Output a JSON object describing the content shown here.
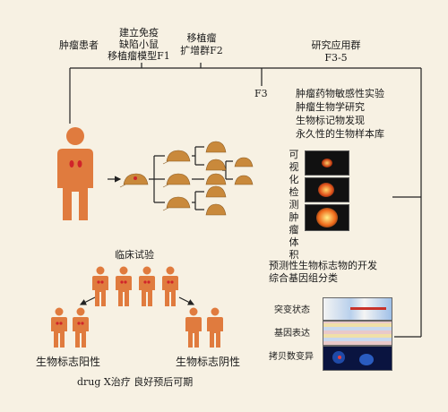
{
  "top": {
    "patient": "肿瘤患者",
    "model_line1": "建立免疫",
    "model_line2": "缺陷小鼠",
    "model_line3": "移植瘤模型F1",
    "expand_line1": "移植瘤",
    "expand_line2": "扩增群F2",
    "research_line1": "研究应用群",
    "research_line2": "F3-5",
    "f3": "F3"
  },
  "applications": [
    "肿瘤药物敏感性实验",
    "肿瘤生物学研究",
    "生物标记物发现",
    "永久性的生物样本库"
  ],
  "imaging_label": "可视化检测肿瘤体积",
  "biomarker": {
    "line1": "预测性生物标志物的开发",
    "line2": "综合基因组分类"
  },
  "genomics": {
    "mutation": "突变状态",
    "expression": "基因表达",
    "cnv": "拷贝数变异"
  },
  "trial": {
    "title": "临床试验",
    "positive": "生物标志阳性",
    "negative": "生物标志阴性",
    "drug": "drug X治疗 良好预后可期"
  },
  "colors": {
    "figure": "#e07b3e",
    "tumor": "#d0242a",
    "mouse": "#c9893b",
    "background": "#f7f1e3",
    "line": "#222222"
  }
}
